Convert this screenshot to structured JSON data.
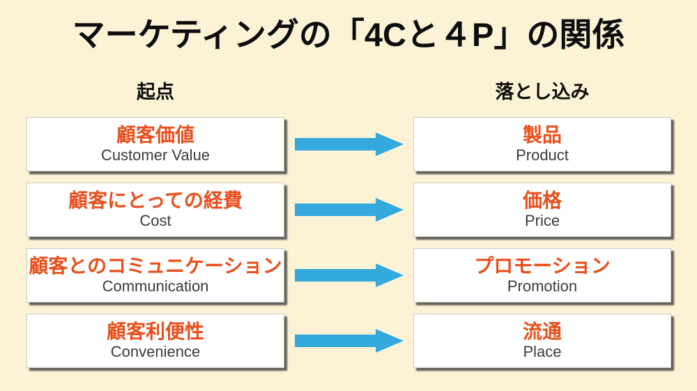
{
  "title": "マーケティングの「4Cと４P」の関係",
  "columns": {
    "left_header": "起点",
    "right_header": "落とし込み"
  },
  "rows": [
    {
      "left_jp": "顧客価値",
      "left_en": "Customer Value",
      "right_jp": "製品",
      "right_en": "Product"
    },
    {
      "left_jp": "顧客にとっての経費",
      "left_en": "Cost",
      "right_jp": "価格",
      "right_en": "Price"
    },
    {
      "left_jp": "顧客とのコミュニケーション",
      "left_en": "Communication",
      "right_jp": "プロモーション",
      "right_en": "Promotion"
    },
    {
      "left_jp": "顧客利便性",
      "left_en": "Convenience",
      "right_jp": "流通",
      "right_en": "Place"
    }
  ],
  "colors": {
    "background": "#FCF3D7",
    "accent_orange": "#E94E1B",
    "arrow_blue": "#33A9DE",
    "text_dark": "#3a3a3a",
    "title_black": "#0d0d0d"
  }
}
